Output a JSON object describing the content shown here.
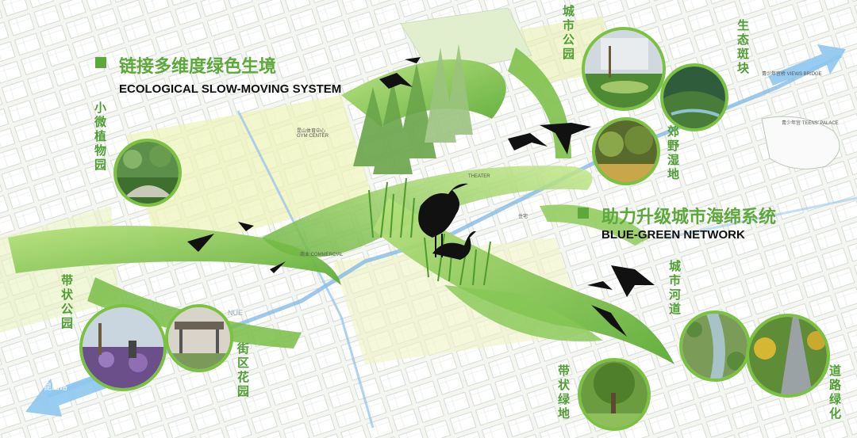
{
  "headings": {
    "left_zh": "链接多维度绿色生境",
    "left_en": "ECOLOGICAL SLOW-MOVING SYSTEM",
    "right_zh": "助力升级城市海绵系统",
    "right_en": "BLUE-GREEN NETWORK"
  },
  "labels": {
    "micro_garden": "小微植物园",
    "belt_park": "带状公园",
    "street_garden": "街区花园",
    "city_park": "城市公园",
    "eco_patch": "生态斑块",
    "suburban_wetland": "郊野湿地",
    "city_river": "城市河道",
    "belt_green": "带状绿地",
    "road_green": "道路绿化"
  },
  "map_text": {
    "teens_palace": "青少年宫  TEENS' PALACE",
    "gym": "昆山体育中心 GYM CENTER",
    "theater": "THEATER",
    "commercial": "商业 COMMERCIAL",
    "road": "昆山路",
    "bridge": "青少年宫桥 VIEWS BRIDGE",
    "lane": "NUE",
    "residential": "住宅"
  },
  "colors": {
    "accent_green": "#5da83b",
    "ribbon_light": "#a6d76b",
    "ribbon_dark": "#6cb43f",
    "water_blue": "#7eb7e6"
  }
}
